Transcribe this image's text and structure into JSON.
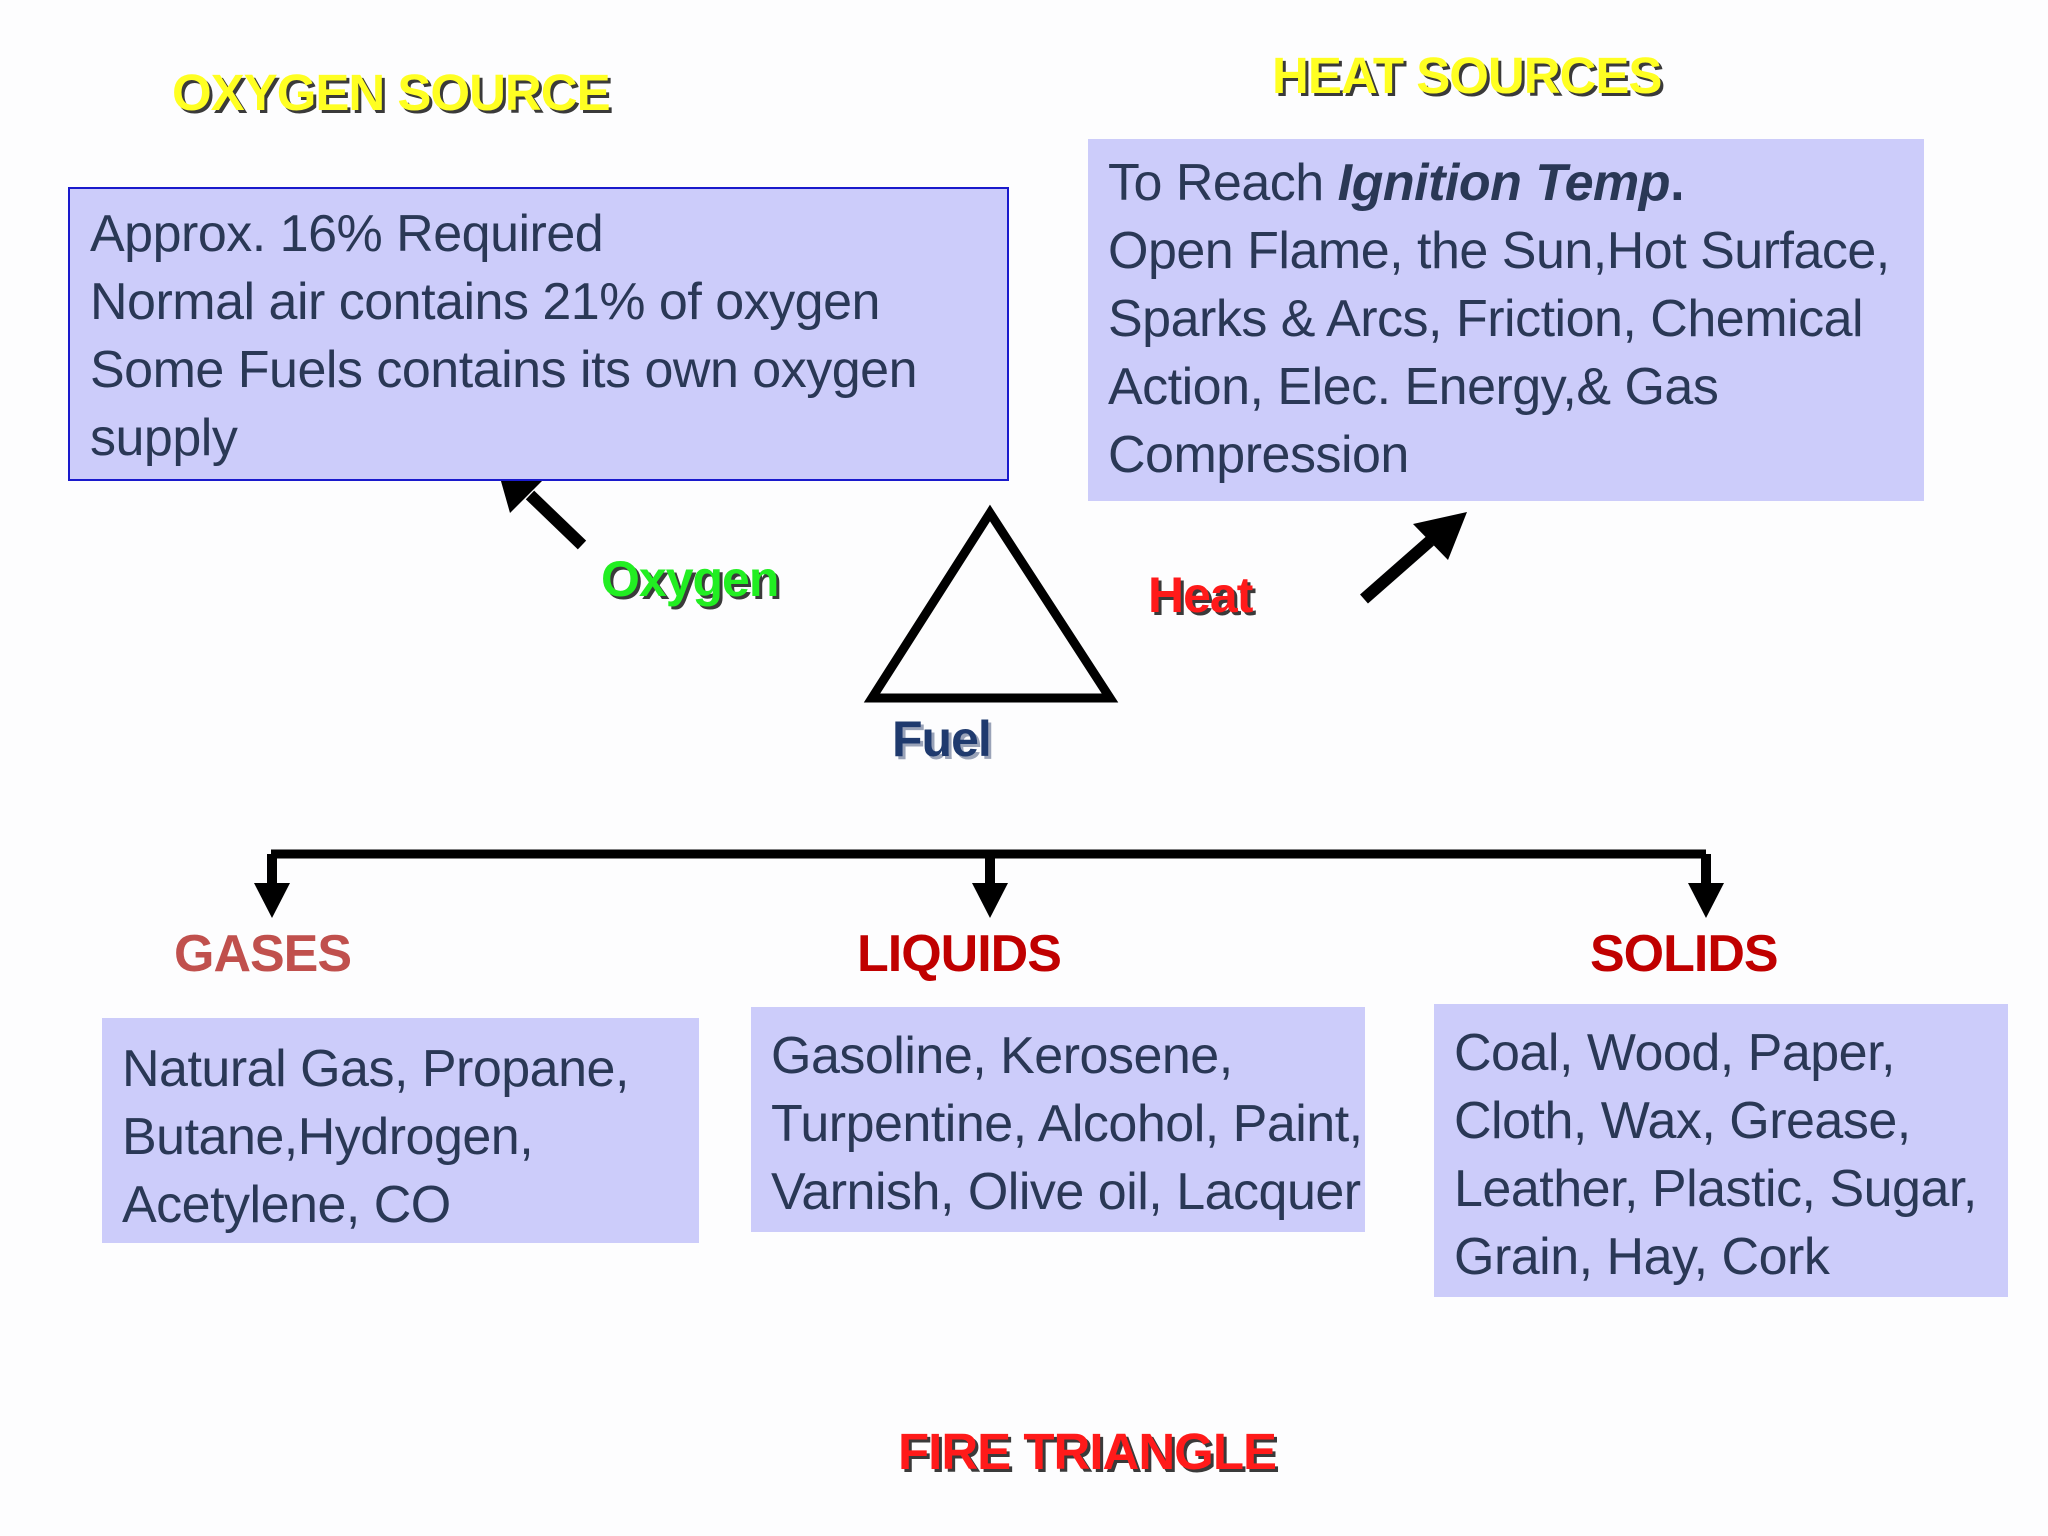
{
  "headings": {
    "oxygen_source": "OXYGEN SOURCE",
    "heat_sources": "HEAT SOURCES",
    "fire_triangle": "FIRE TRIANGLE"
  },
  "triangle_labels": {
    "oxygen": "Oxygen",
    "heat": "Heat",
    "fuel": "Fuel"
  },
  "oxygen_box": {
    "lines": [
      "Approx. 16% Required",
      "Normal air contains 21% of oxygen",
      "Some Fuels contains its own oxygen",
      "supply"
    ]
  },
  "heat_box": {
    "intro": "To Reach ",
    "intro_emph": "Ignition Temp",
    "intro_end": ".",
    "lines": [
      "Open Flame, the Sun,Hot Surface,",
      "Sparks & Arcs, Friction, Chemical",
      "Action, Elec. Energy,& Gas",
      "Compression"
    ]
  },
  "categories": [
    {
      "label": "GASES",
      "lines": [
        "Natural Gas, Propane,",
        "Butane,Hydrogen,",
        "Acetylene, CO"
      ]
    },
    {
      "label": "LIQUIDS",
      "lines": [
        "Gasoline, Kerosene,",
        "Turpentine, Alcohol, Paint,",
        "Varnish, Olive oil, Lacquer"
      ]
    },
    {
      "label": "SOLIDS",
      "lines": [
        "Coal, Wood, Paper,",
        "Cloth, Wax, Grease,",
        "Leather, Plastic, Sugar,",
        "Grain, Hay, Cork"
      ]
    }
  ],
  "colors": {
    "box_fill": "#ccccfa",
    "box_text": "#2a3856",
    "oxygen_source_heading": "#ffff22",
    "oxygen_label": "#22ee22",
    "heat_label": "#ff1a1a",
    "fuel_label": "#1f3a6e",
    "gases_label": "#c0504d",
    "liquids_label": "#c00000",
    "solids_label": "#c00000",
    "title": "#ff1a1a"
  }
}
